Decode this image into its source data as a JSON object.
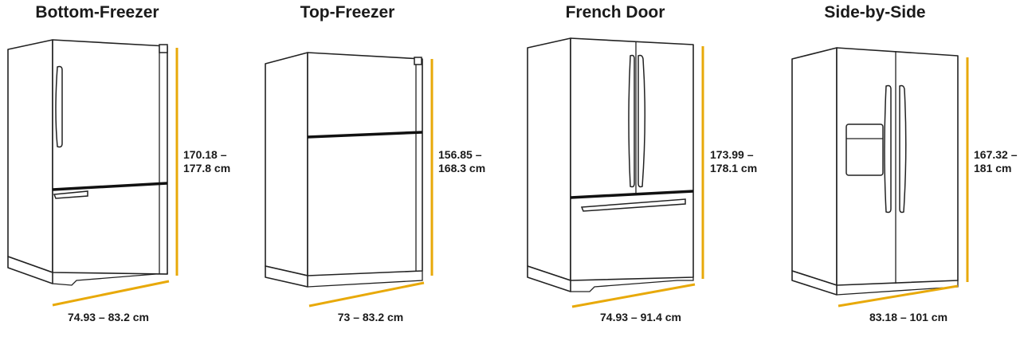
{
  "colors": {
    "dimension": "#E8A909",
    "outline": "#222222"
  },
  "fridges": [
    {
      "id": "bottom-freezer",
      "title": "Bottom-Freezer",
      "height_line1": "170.18 –",
      "height_line2": "177.8 cm",
      "width": "74.93 – 83.2 cm"
    },
    {
      "id": "top-freezer",
      "title": "Top-Freezer",
      "height_line1": "156.85 –",
      "height_line2": "168.3 cm",
      "width": "73 – 83.2 cm"
    },
    {
      "id": "french-door",
      "title": "French Door",
      "height_line1": "173.99 –",
      "height_line2": "178.1 cm",
      "width": "74.93 – 91.4 cm"
    },
    {
      "id": "side-by-side",
      "title": "Side-by-Side",
      "height_line1": "167.32 –",
      "height_line2": "181 cm",
      "width": "83.18 – 101 cm"
    }
  ]
}
